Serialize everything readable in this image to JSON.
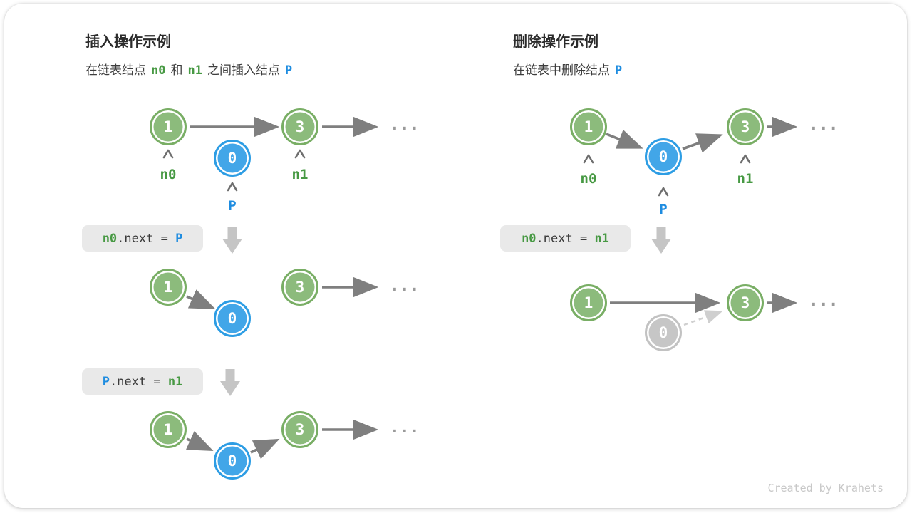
{
  "insert": {
    "title": "插入操作示例",
    "subtitle": {
      "part1": "在链表结点",
      "n0": "n0",
      "part2": "和",
      "n1": "n1",
      "part3": "之间插入结点",
      "p": "P"
    },
    "step1_code": {
      "lhs": "n0",
      "mid": ".next = ",
      "rhs": "P"
    },
    "step2_code": {
      "lhs": "P",
      "mid": ".next = ",
      "rhs": "n1"
    }
  },
  "delete": {
    "title": "删除操作示例",
    "subtitle": {
      "part1": "在链表中删除结点",
      "p": "P"
    },
    "step1_code": {
      "lhs": "n0",
      "mid": ".next = ",
      "rhs": "n1"
    }
  },
  "node_values": {
    "one": "1",
    "zero": "0",
    "three": "3"
  },
  "labels": {
    "n0": "n0",
    "n1": "n1",
    "p": "P"
  },
  "ellipsis": "...",
  "footer": {
    "credit": "Created by Krahets"
  },
  "colors": {
    "node_green": "#8cbb7c",
    "node_blue": "#42a6e8",
    "node_gray": "#c6c6c6",
    "text_green": "#479943",
    "text_blue": "#1e8ce0",
    "arrow_gray": "#7f7f7f",
    "code_box_bg": "#e9e9e9"
  }
}
